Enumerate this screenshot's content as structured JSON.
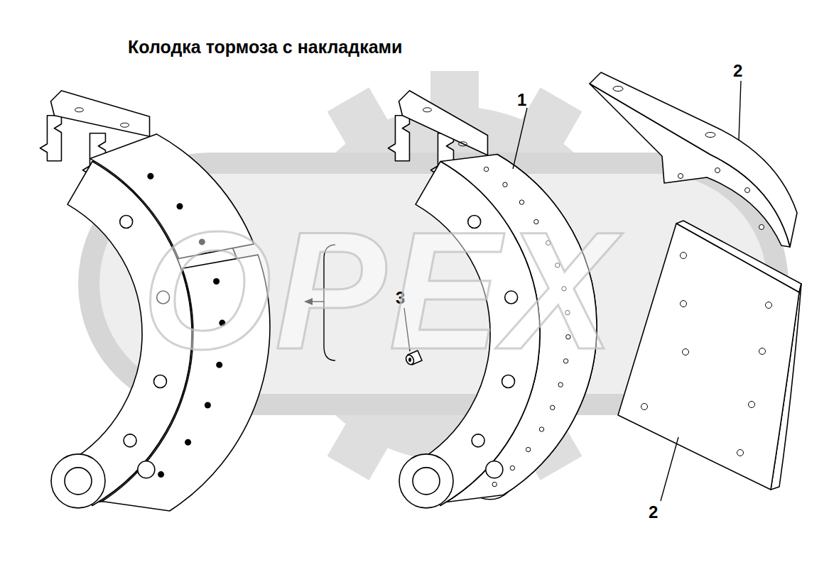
{
  "diagram": {
    "title": "Колодка тормоза с накладками",
    "labels": [
      "1",
      "2",
      "3",
      "2",
      "OPEX"
    ]
  }
}
